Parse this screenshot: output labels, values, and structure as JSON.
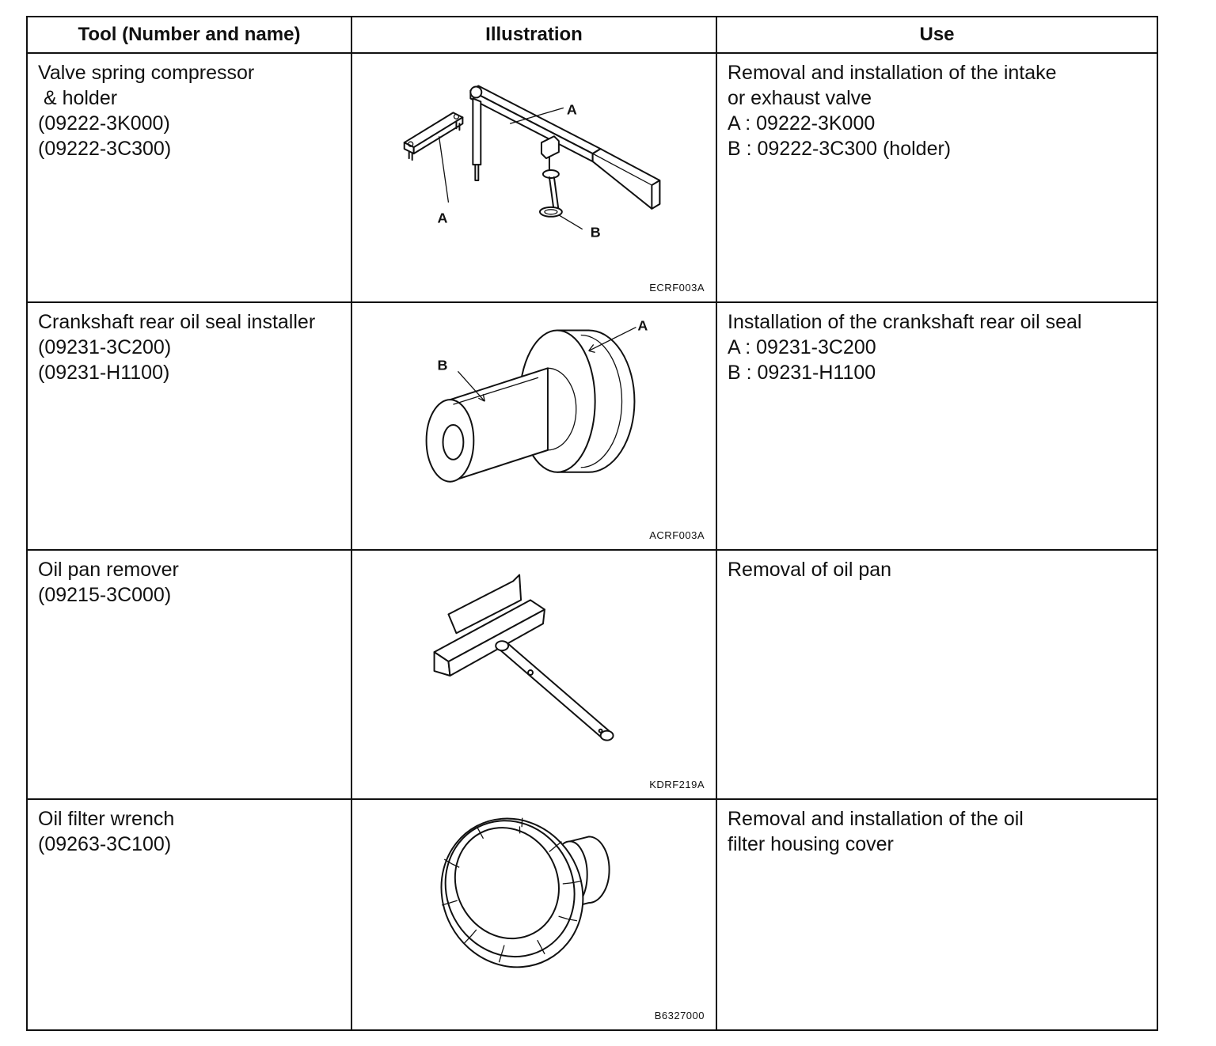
{
  "headers": {
    "tool": "Tool (Number and name)",
    "illustration": "Illustration",
    "use": "Use"
  },
  "rows": [
    {
      "tool_lines": [
        "Valve spring compressor",
        " & holder",
        "(09222-3K000)",
        "(09222-3C300)"
      ],
      "use_lines": [
        "Removal and installation of the intake",
        "or exhaust valve",
        "A : 09222-3K000",
        "B : 09222-3C300 (holder)"
      ],
      "callouts": [
        "A",
        "A",
        "B"
      ],
      "code": "ECRF003A",
      "icon": "valve-spring-compressor-icon"
    },
    {
      "tool_lines": [
        "Crankshaft rear oil seal installer",
        "(09231-3C200)",
        "(09231-H1100)"
      ],
      "use_lines": [
        "Installation of the crankshaft rear oil seal",
        "A : 09231-3C200",
        "B : 09231-H1100"
      ],
      "callouts": [
        "A",
        "B"
      ],
      "code": "ACRF003A",
      "icon": "oil-seal-installer-icon"
    },
    {
      "tool_lines": [
        "Oil pan remover",
        "(09215-3C000)"
      ],
      "use_lines": [
        "Removal of oil pan"
      ],
      "callouts": [],
      "code": "KDRF219A",
      "icon": "oil-pan-remover-icon"
    },
    {
      "tool_lines": [
        "Oil filter wrench",
        "(09263-3C100)"
      ],
      "use_lines": [
        "Removal and installation of the oil",
        "filter housing cover"
      ],
      "callouts": [],
      "code": "B6327000",
      "icon": "oil-filter-wrench-icon"
    }
  ]
}
